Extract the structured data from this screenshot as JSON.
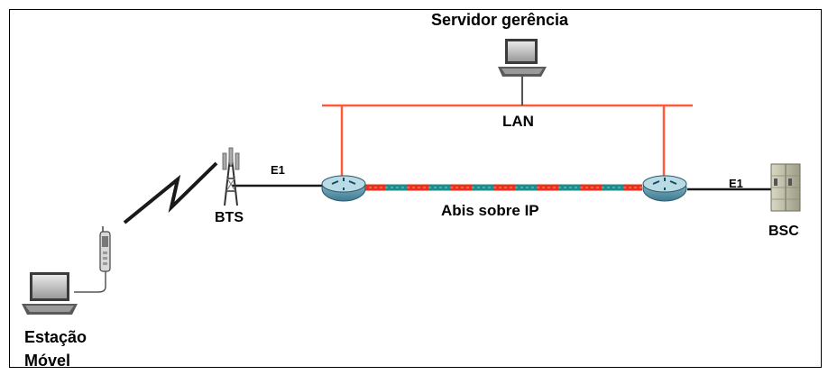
{
  "diagram": {
    "labels": {
      "server": "Servidor gerência",
      "lan": "LAN",
      "e1_left": "E1",
      "e1_right": "E1",
      "bts": "BTS",
      "abis": "Abis sobre IP",
      "bsc": "BSC",
      "mobile_station_line1": "Estação",
      "mobile_station_line2": "Móvel"
    },
    "colors": {
      "lan": "#ff5a3c",
      "link": "#1a1a1a",
      "abis_red": "#e8321e",
      "abis_teal": "#1f8c8c",
      "router": "#5f9ab0"
    }
  }
}
